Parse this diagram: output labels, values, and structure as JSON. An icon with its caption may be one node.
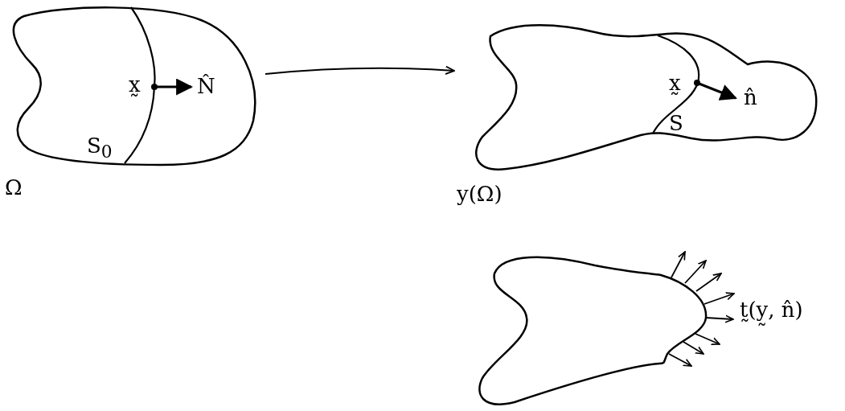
{
  "diagram": {
    "nodes": [
      {
        "text": [
          "Ω"
        ]
      },
      {
        "text": [
          "y(Ω)"
        ]
      },
      {
        "text": [],
        "shape": "picture"
      }
    ],
    "edges": [
      {
        "from": 0,
        "to": 1,
        "arrow": "to"
      }
    ],
    "labels": [
      "x̰",
      "N̂",
      "S$_{0}$",
      "x̰",
      "n̂",
      "S",
      "t̰(y̰, n̂)"
    ]
  }
}
